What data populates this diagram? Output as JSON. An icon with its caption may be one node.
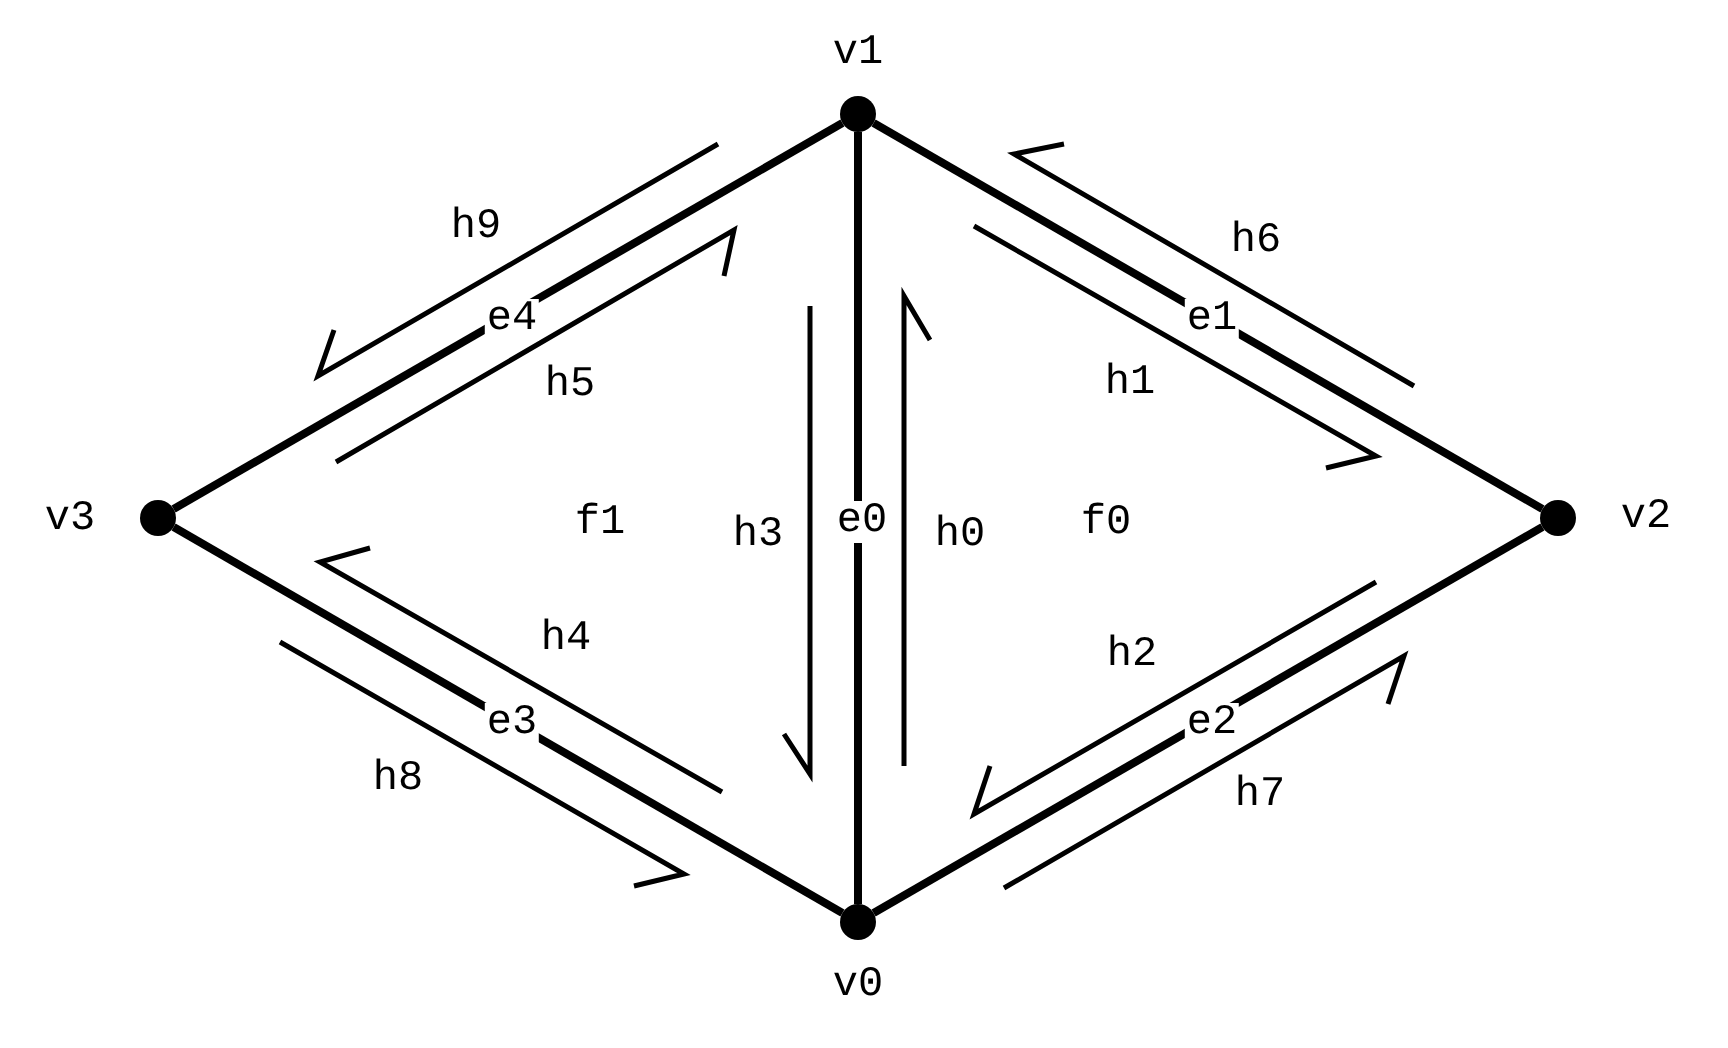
{
  "diagram": {
    "nodes": [
      {
        "text": [],
        "shape": "circle",
        "beside": [
          "v1"
        ]
      },
      {
        "text": [],
        "shape": "circle",
        "beside": [
          "v3"
        ]
      },
      {
        "text": [],
        "shape": "circle",
        "beside": [
          "v2"
        ]
      },
      {
        "text": [],
        "shape": "circle",
        "beside": [
          "v0"
        ]
      }
    ],
    "edges": [
      {
        "from": 0,
        "to": 3,
        "arrow": "none",
        "label": "e0"
      },
      {
        "from": 0,
        "to": 2,
        "arrow": "none",
        "label": "e1"
      },
      {
        "from": 2,
        "to": 3,
        "arrow": "none",
        "label": "e2"
      },
      {
        "from": 1,
        "to": 3,
        "arrow": "none",
        "label": "e3"
      },
      {
        "from": 0,
        "to": 1,
        "arrow": "none",
        "label": "e4"
      }
    ],
    "labels": [
      "h9",
      "h6",
      "h5",
      "h1",
      "f1",
      "h3",
      "h0",
      "f0",
      "h4",
      "h2",
      "h8",
      "h7"
    ]
  }
}
